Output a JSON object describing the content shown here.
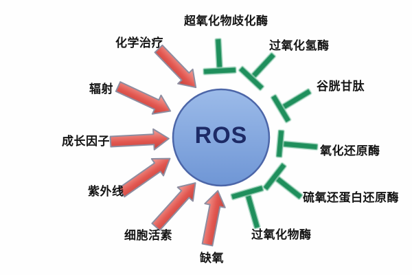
{
  "diagram": {
    "center_label": "ROS",
    "inducers": [
      {
        "name": "chemotherapy",
        "label": "化学治疗"
      },
      {
        "name": "radiation",
        "label": "辐射"
      },
      {
        "name": "growth-factor",
        "label": "成长因子"
      },
      {
        "name": "ultraviolet",
        "label": "紫外线"
      },
      {
        "name": "cytokine",
        "label": "细胞活素"
      },
      {
        "name": "hypoxia",
        "label": "缺氧"
      }
    ],
    "scavengers": [
      {
        "name": "superoxide-dismutase",
        "label": "超氧化物歧化酶"
      },
      {
        "name": "catalase",
        "label": "过氧化氢酶"
      },
      {
        "name": "glutathione",
        "label": "谷胱甘肽"
      },
      {
        "name": "oxidoreductase",
        "label": "氧化还原酶"
      },
      {
        "name": "thioredoxin-reductase",
        "label": "硫氧还蛋白还原酶"
      },
      {
        "name": "peroxidase",
        "label": "过氧化物酶"
      }
    ],
    "colors": {
      "arrow_light": "#f2a49d",
      "arrow_mid": "#e25750",
      "arrow_dark": "#c2423c",
      "arrow_outline": "#8d8da0",
      "inhibitor_green": "#1f8f5c",
      "inhibitor_glow": "#bfe4d4",
      "circle_top": "#9cbbe9",
      "circle_bottom": "#6f96d5",
      "circle_border": "#4c66a8",
      "center_text": "#1d2a66"
    }
  }
}
